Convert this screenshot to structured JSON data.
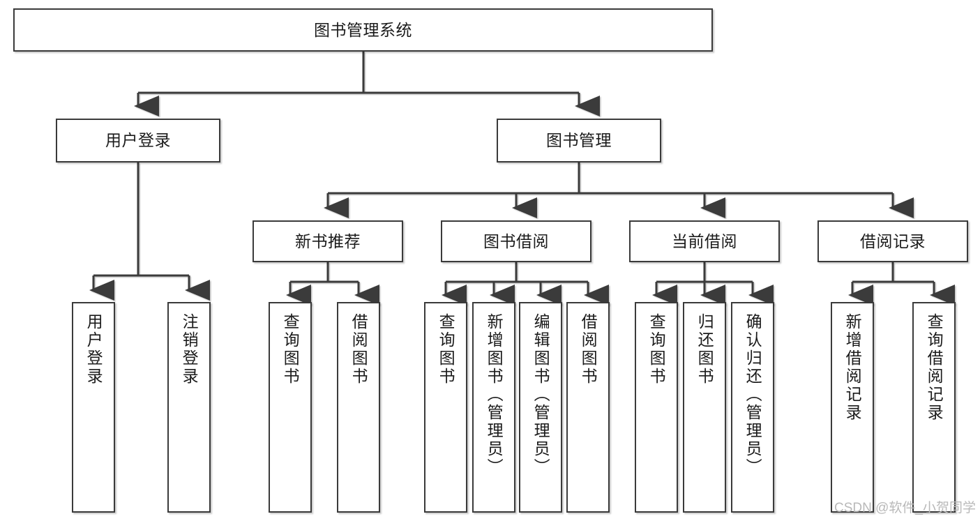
{
  "diagram": {
    "title": "图书管理系统",
    "watermark": "CSDN @软件_小贺同学",
    "colors": {
      "stroke": "#3a3a3a",
      "fill": "#ffffff",
      "text": "#1b1b1b",
      "watermark": "#b9b9b9"
    },
    "levels": {
      "root": {
        "label": "图书管理系统"
      },
      "level2": [
        {
          "label": "用户登录"
        },
        {
          "label": "图书管理"
        }
      ],
      "level3": [
        {
          "label": "新书推荐"
        },
        {
          "label": "图书借阅"
        },
        {
          "label": "当前借阅"
        },
        {
          "label": "借阅记录"
        }
      ],
      "leaves": [
        {
          "label": "用户登录",
          "parent": "用户登录"
        },
        {
          "label": "注销登录",
          "parent": "用户登录"
        },
        {
          "label": "查询图书",
          "parent": "新书推荐"
        },
        {
          "label": "借阅图书",
          "parent": "新书推荐"
        },
        {
          "label": "查询图书",
          "parent": "图书借阅"
        },
        {
          "label": "新增图书（管理员）",
          "parent": "图书借阅"
        },
        {
          "label": "编辑图书（管理员）",
          "parent": "图书借阅"
        },
        {
          "label": "借阅图书",
          "parent": "图书借阅"
        },
        {
          "label": "查询图书",
          "parent": "当前借阅"
        },
        {
          "label": "归还图书",
          "parent": "当前借阅"
        },
        {
          "label": "确认归还（管理员）",
          "parent": "当前借阅"
        },
        {
          "label": "新增借阅记录",
          "parent": "借阅记录"
        },
        {
          "label": "查询借阅记录",
          "parent": "借阅记录"
        }
      ]
    }
  }
}
